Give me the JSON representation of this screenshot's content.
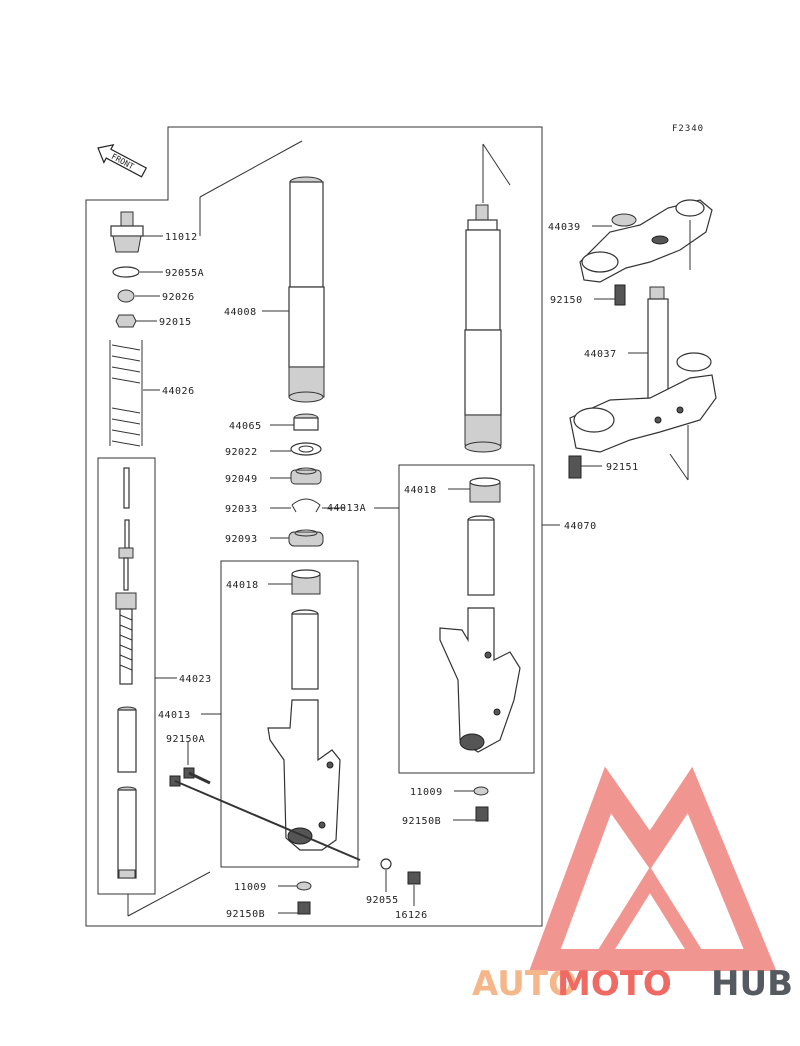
{
  "reference_code": "F2340",
  "front_arrow_label": "FRONT",
  "watermark": {
    "text_part1": "AUTO",
    "text_part2": "MOTO",
    "text_part3": "HUB",
    "color_part1": "#f5b78a",
    "color_part2": "#f06a64",
    "color_part3": "#555a60"
  },
  "part_labels": {
    "p11012": "11012",
    "p92055a": "92055A",
    "p92026": "92026",
    "p92015": "92015",
    "p44026": "44026",
    "p44008": "44008",
    "p44065": "44065",
    "p92022": "92022",
    "p92049": "92049",
    "p92033": "92033",
    "p44013a": "44013A",
    "p92093": "92093",
    "p44018_left": "44018",
    "p44023": "44023",
    "p44013": "44013",
    "p92150a": "92150A",
    "p11009_bottom": "11009",
    "p92150b_bottom": "92150B",
    "p92055": "92055",
    "p16126": "16126",
    "p44039": "44039",
    "p92150": "92150",
    "p44037": "44037",
    "p92151": "92151",
    "p44018_right": "44018",
    "p44070": "44070",
    "p11009_right": "11009",
    "p92150b_right": "92150B"
  }
}
